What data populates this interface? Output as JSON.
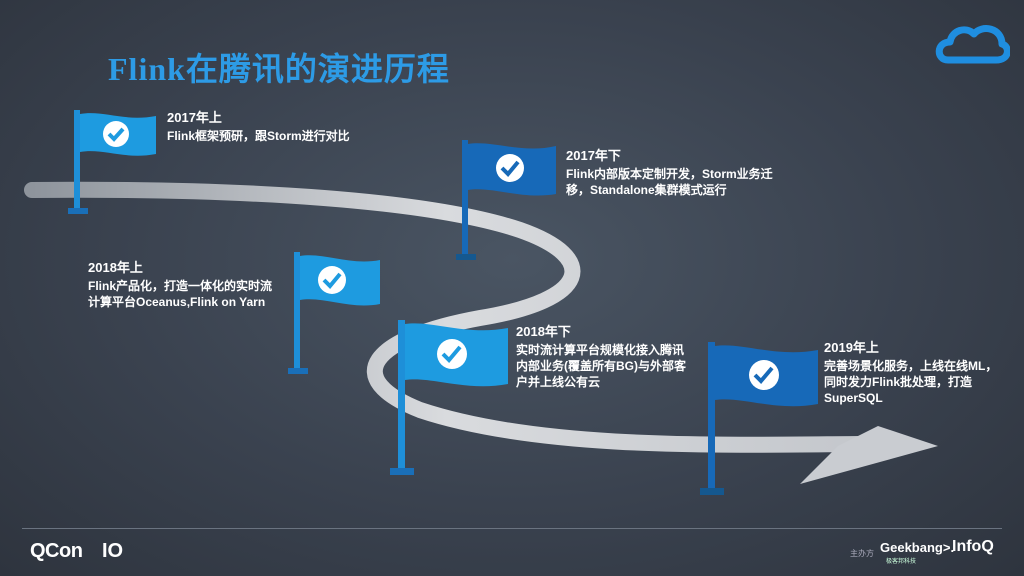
{
  "title": "Flink在腾讯的演进历程",
  "milestones": [
    {
      "year": "2017年上",
      "desc": "Flink框架预研，跟Storm进行对比"
    },
    {
      "year": "2017年下",
      "desc_lines": [
        "Flink内部版本定制开发，Storm业务迁",
        "移，Standalone集群模式运行"
      ]
    },
    {
      "year": "2018年上",
      "desc_lines": [
        "Flink产品化，打造一体化的实时流",
        "计算平台Oceanus,Flink on Yarn"
      ]
    },
    {
      "year": "2018年下",
      "desc_lines": [
        "实时流计算平台规模化接入腾讯",
        "内部业务(覆盖所有BG)与外部客",
        "户并上线公有云"
      ]
    },
    {
      "year": "2019年上",
      "desc_lines": [
        "完善场景化服务，上线在线ML，",
        "同时发力Flink批处理，打造",
        "SuperSQL"
      ]
    }
  ],
  "footer": {
    "qcon": "QCon",
    "qcon_ten": "IO",
    "organizer": "主办方",
    "geekbang": "Geekbang>.",
    "geekbang_sub": "极客邦科技",
    "infoq": "InfoQ"
  },
  "colors": {
    "title": "#2d9be6",
    "flag_light": "#1e9be0",
    "flag_dark": "#1769b8",
    "road": "#c9ccd1"
  }
}
